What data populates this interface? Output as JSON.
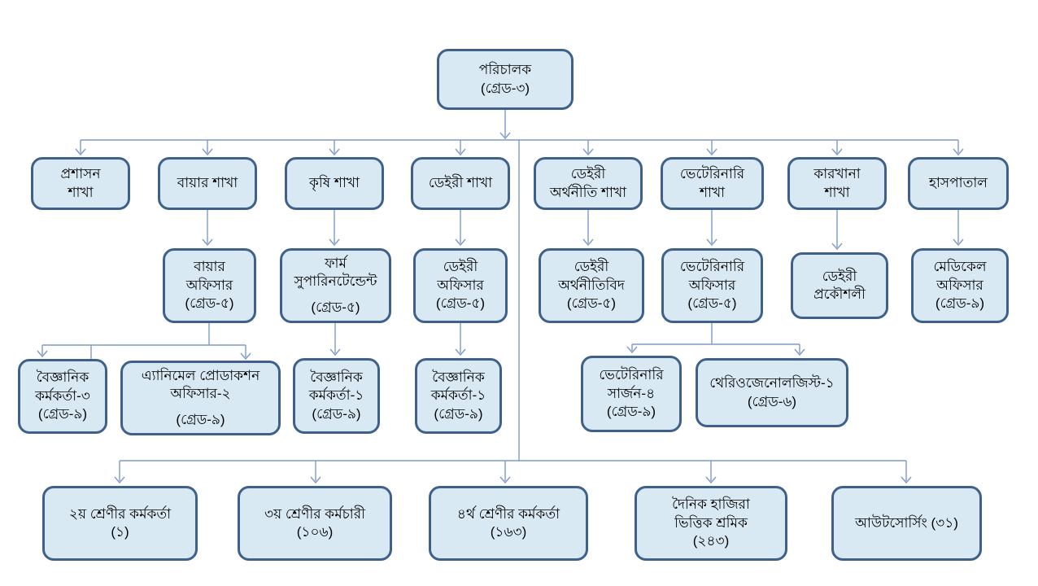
{
  "diagram": {
    "type": "organization-chart",
    "language": "Bengali",
    "colors": {
      "node_fill": "#D9E9F3",
      "node_border": "#3F6189",
      "connector": "#7E9BC8",
      "background": "#FFFFFF",
      "text": "#000000"
    },
    "nodes": [
      {
        "id": "director",
        "reports_to": null,
        "lines": [
          "পরিচালক",
          "(গ্রেড-৩)"
        ]
      },
      {
        "id": "admin-branch",
        "reports_to": "director",
        "lines": [
          "প্রশাসন",
          "শাখা"
        ]
      },
      {
        "id": "buyer-branch",
        "reports_to": "director",
        "lines": [
          "বায়ার শাখা"
        ]
      },
      {
        "id": "agriculture-branch",
        "reports_to": "director",
        "lines": [
          "কৃষি শাখা"
        ]
      },
      {
        "id": "dairy-branch",
        "reports_to": "director",
        "lines": [
          "ডেইরী শাখা"
        ]
      },
      {
        "id": "dairy-economics-branch",
        "reports_to": "director",
        "lines": [
          "ডেইরী",
          "অর্থনীতি শাখা"
        ]
      },
      {
        "id": "veterinary-branch",
        "reports_to": "director",
        "lines": [
          "ভেটেরিনারি",
          "শাখা"
        ]
      },
      {
        "id": "factory-branch",
        "reports_to": "director",
        "lines": [
          "কারখানা",
          "শাখা"
        ]
      },
      {
        "id": "hospital",
        "reports_to": "director",
        "lines": [
          "হাসপাতাল"
        ]
      },
      {
        "id": "buyer-officer",
        "reports_to": "buyer-branch",
        "lines": [
          "বায়ার",
          "অফিসার",
          "(গ্রেড-৫)"
        ]
      },
      {
        "id": "farm-superintendent",
        "reports_to": "agriculture-branch",
        "lines": [
          "ফার্ম",
          "সুপারিনটেন্ডেন্ট",
          "(গ্রেড-৫)"
        ]
      },
      {
        "id": "dairy-officer",
        "reports_to": "dairy-branch",
        "lines": [
          "ডেইরী",
          "অফিসার",
          "(গ্রেড-৫)"
        ]
      },
      {
        "id": "dairy-economist",
        "reports_to": "dairy-economics-branch",
        "lines": [
          "ডেইরী",
          "অর্থনীতিবিদ",
          "(গ্রেড-৫)"
        ]
      },
      {
        "id": "veterinary-officer",
        "reports_to": "veterinary-branch",
        "lines": [
          "ভেটেরিনারি",
          "অফিসার",
          "(গ্রেড-৫)"
        ]
      },
      {
        "id": "dairy-engineer",
        "reports_to": "factory-branch",
        "lines": [
          "ডেইরী",
          "প্রকৌশলী"
        ]
      },
      {
        "id": "medical-officer",
        "reports_to": "hospital",
        "lines": [
          "মেডিকেল",
          "অফিসার",
          "(গ্রেড-৯)"
        ]
      },
      {
        "id": "scientific-officer-3",
        "reports_to": "buyer-officer",
        "lines": [
          "বৈজ্ঞানিক",
          "কর্মকর্তা-৩",
          "(গ্রেড-৯)"
        ]
      },
      {
        "id": "animal-production-officer-2",
        "reports_to": "buyer-officer",
        "lines": [
          "এ্যানিমেল প্রোডাকশন",
          "অফিসার-২",
          "(গ্রেড-৯)"
        ]
      },
      {
        "id": "scientific-officer-1-farm",
        "reports_to": "farm-superintendent",
        "lines": [
          "বৈজ্ঞানিক",
          "কর্মকর্তা-১",
          "(গ্রেড-৯)"
        ]
      },
      {
        "id": "scientific-officer-1-dairy",
        "reports_to": "dairy-officer",
        "lines": [
          "বৈজ্ঞানিক",
          "কর্মকর্তা-১",
          "(গ্রেড-৯)"
        ]
      },
      {
        "id": "veterinary-surgeon-4",
        "reports_to": "veterinary-officer",
        "lines": [
          "ভেটেরিনারি",
          "সার্জন-৪",
          "(গ্রেড-৯)"
        ]
      },
      {
        "id": "theriogenologist-1",
        "reports_to": "veterinary-officer",
        "lines": [
          "থেরিওজেনোলজিস্ট-১",
          "(গ্রেড-৬)"
        ]
      },
      {
        "id": "class-2-officers",
        "reports_to": "director",
        "lines": [
          "২য় শ্রেণীর কর্মকর্তা",
          "(১)"
        ]
      },
      {
        "id": "class-3-staff",
        "reports_to": "director",
        "lines": [
          "৩য় শ্রেণীর কর্মচারী",
          "(১০৬)"
        ]
      },
      {
        "id": "class-4-officers",
        "reports_to": "director",
        "lines": [
          "৪র্থ শ্রেণীর কর্মকর্তা",
          "(১৬৩)"
        ]
      },
      {
        "id": "daily-wage-workers",
        "reports_to": "director",
        "lines": [
          "দৈনিক হাজিরা",
          "ভিত্তিক শ্রমিক",
          "(২৪৩)"
        ]
      },
      {
        "id": "outsourcing",
        "reports_to": "director",
        "lines": [
          "আউটসোর্সিং (৩১)"
        ]
      }
    ]
  }
}
